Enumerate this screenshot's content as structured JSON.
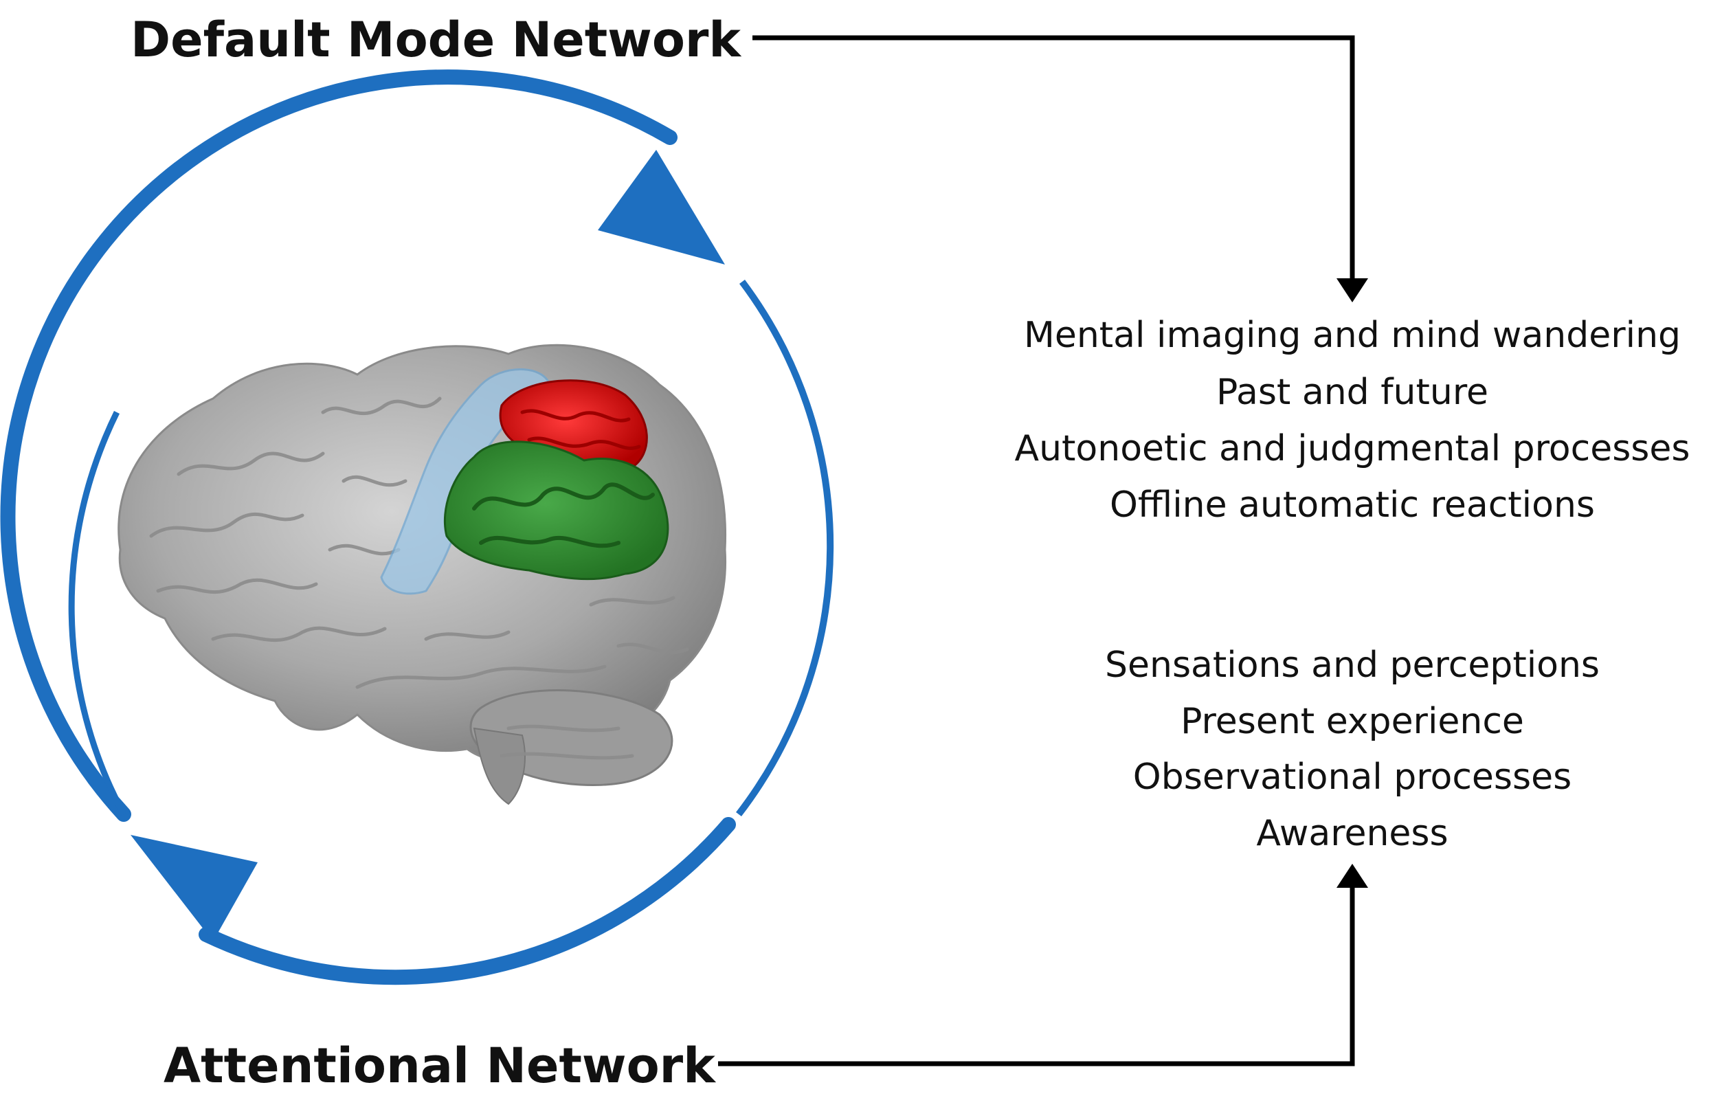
{
  "default_mode_network": {
    "title": "Default Mode Network",
    "items": [
      "Mental imaging and mind wandering",
      "Past and future",
      "Autonoetic and judgmental processes",
      "Offline automatic reactions"
    ]
  },
  "attentional_network": {
    "title": "Attentional Network",
    "items": [
      "Sensations and perceptions",
      "Present experience",
      "Observational processes",
      "Awareness"
    ]
  },
  "colors": {
    "cycle_arrow": "#1e6fc0",
    "brain": "#a7a7a7",
    "brain_light": "#cfcfcf",
    "region_red": "#e01010",
    "region_green": "#2f8f2f",
    "region_blue": "#9cc6e6",
    "connector": "#000000"
  },
  "icons": {
    "cycle": "circular-arrows-icon",
    "brain": "brain-lateral-view-icon"
  }
}
